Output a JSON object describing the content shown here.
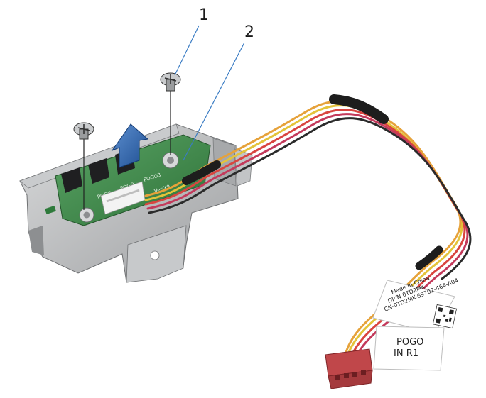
{
  "callouts": [
    {
      "number": "1"
    },
    {
      "number": "2"
    }
  ],
  "pcb": {
    "ver_label": "Ver:X9",
    "port_labels": [
      "POGO",
      "POGO2",
      "POGO3"
    ]
  },
  "cable_label": {
    "made_in": "Made In China",
    "part_number": "DP/N 0TD2MK",
    "serial": "CN-0TD2MK-69702-464-A04"
  },
  "pogo_label": {
    "line1": "POGO",
    "line2": "IN R1"
  },
  "colors": {
    "arrow": "#2c5fa8",
    "callout_line": "#3a7cc4",
    "bracket": "#b7b9bb",
    "pcb": "#3f8a4a",
    "connector": "#c0474a"
  }
}
